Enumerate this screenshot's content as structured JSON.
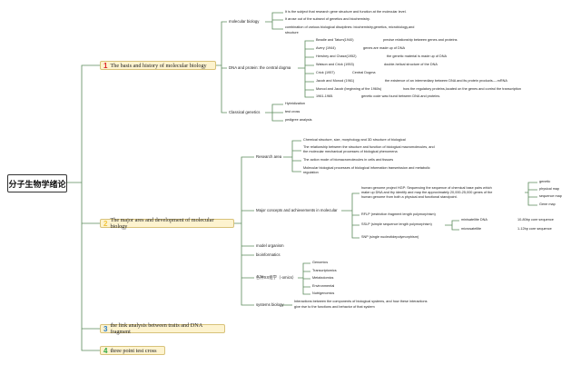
{
  "root": "分子生物学绪论",
  "branches": [
    {
      "num": "1",
      "label": "The basis and history of molecular biology",
      "molecular_biology": {
        "label": "molecular biology",
        "items": [
          "It is the subject that research gene structure and function at the molecular level.",
          "It arose out of the subsect of genetics and biochemistry.",
          "combination of various biological disciplines: biochemistry,genetics, microbiology,and",
          "structure"
        ]
      },
      "dna_dogma": {
        "label": "DNA and protein: the central dogma",
        "items": [
          {
            "who": "Beadle and Tatum(1940)",
            "what": "precise relationship between genes and proteins"
          },
          {
            "who": "Avery (1944)",
            "what": "genes are made up of DNA"
          },
          {
            "who": "Hershey and Chase(1952)",
            "what": "the genetic material is made up of DNA"
          },
          {
            "who": "Watson and Crick (1953)",
            "what": "double-helical structure of the DNA"
          },
          {
            "who": "Crick (1957)",
            "what": "Central Dogma"
          },
          {
            "who": "Jacob and Monod (1961)",
            "what": "the existence of an intermediary between DNA and its protein products----mRNA"
          },
          {
            "who": "Monod and Jacob (beginning of the 1960s)",
            "what": "how the regulatory proteins,located on the genes and control the transcription"
          },
          {
            "who": "1961-1965.",
            "what": "genetic code was found between DNA and proteins."
          }
        ]
      },
      "classical_genetics": {
        "label": "Classical genetics",
        "items": [
          "Hybridization",
          "test cross",
          "pedigree analysis"
        ]
      }
    },
    {
      "num": "2",
      "label": "The major ares and development of molecular biology",
      "research_area": {
        "label": "Research area",
        "items": [
          "Chemical structure, size, morphology and 3D structure of biological",
          "The relationship between the structure and function of biological macromolecules, and",
          "the molecular mechanical processes of biological phenomena",
          "The action mode of biomacromolecules in cells and tissues",
          "Molecular biological processes of biological information transmission and metabolic",
          "regulation"
        ]
      },
      "concepts": {
        "label": "Major concepts and achievements in molecular",
        "hgp": [
          "human genome project HGP: Sequencing the sequence of chemical base pairs which",
          "make up DNA and thy identify and map the approximately 20,000-25,000 genes of the",
          "human genome from both a physical and functional standpoint."
        ],
        "hgp_maps": [
          "genetic",
          "physical map",
          "sequence map",
          "Gene map"
        ],
        "rflp": "RFLP (restriction fragment length polymorphism)",
        "ssr": {
          "label": "SSLP (simple sequence length polymorphism)",
          "items": [
            {
              "name": "minisatellite DNA",
              "desc": "10-80bp core sequence"
            },
            {
              "name": "microsatellite",
              "desc": "1-12bp core sequence"
            }
          ]
        },
        "snp": "SNP (single nucleotidepolymorphism)"
      },
      "model_organism": "model organism",
      "bioinformatics": "bioinformatics",
      "omics": {
        "label": "各种XX组学（-omics）",
        "items": [
          "Genomics",
          "Transcriptomics",
          "Metabolomics",
          "Environmental",
          "Nutrigenomics"
        ]
      },
      "systems_biology": {
        "label": "systems biology",
        "items": [
          "Interactions between the components of biological systems, and how these interactions",
          "give rise to the functions and behavior of that system"
        ]
      }
    },
    {
      "num": "3",
      "label": "the link analysis between traits and DNA fragment"
    },
    {
      "num": "4",
      "label": "three point test cross"
    }
  ],
  "colors": {
    "connector": "#5b8a5b",
    "main_fill": "#fdf3cf",
    "main_border": "#d8c27a",
    "badge1": "#e0252a",
    "badge2": "#f2c53d",
    "badge3": "#2a7cc7",
    "badge4": "#32a844"
  }
}
